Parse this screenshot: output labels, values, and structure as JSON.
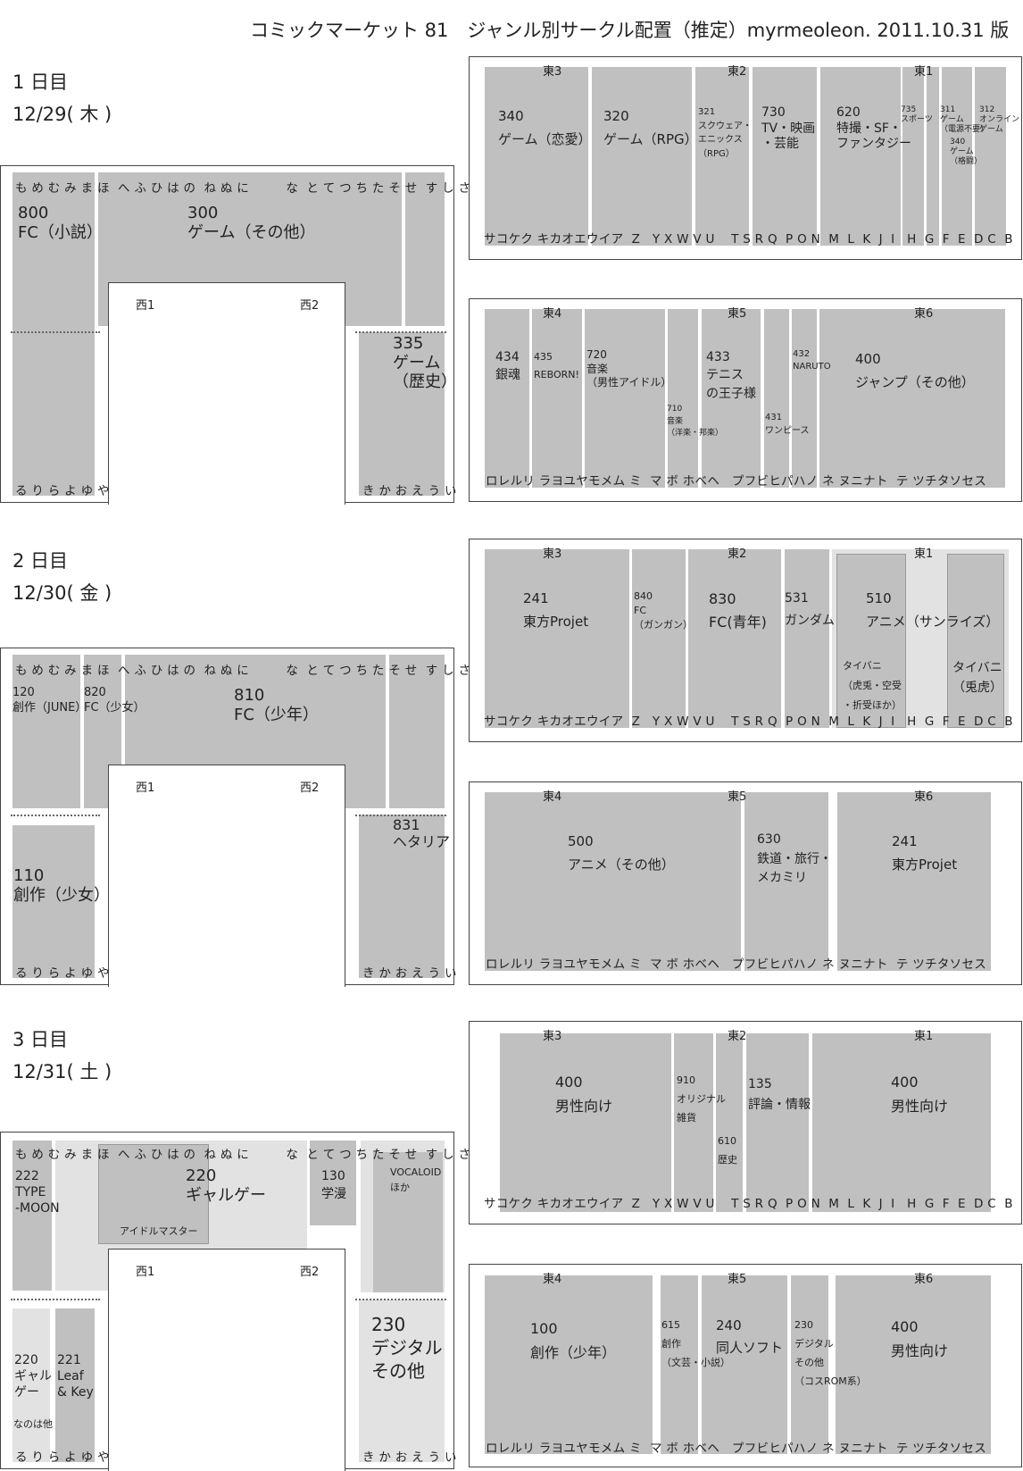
{
  "title": "コミックマーケット 81　ジャンル別サークル配置（推定）myrmeoleon. 2011.10.31 版",
  "days": [
    {
      "day": "1 日目",
      "date": "12/29( 木 )"
    },
    {
      "day": "2 日目",
      "date": "12/30( 金 )"
    },
    {
      "day": "3 日目",
      "date": "12/31( 土 )"
    }
  ],
  "halls": {
    "e1": "東1",
    "e2": "東2",
    "e3": "東3",
    "e4": "東4",
    "e5": "東5",
    "e6": "東6",
    "w1": "西1",
    "w2": "西2"
  },
  "rows": {
    "east123": "サコケク キカオエウイア  Z   Y X W V U    T S R Q  P O N  M  L  K  J  I   H  G  F  E  D C  B",
    "east456": "ロレルリ ラヨユヤモメム ミ  マ ボ ホベヘ   プフビヒパハノ ネ ヌニナト  テ ツチタソセス",
    "west_top": "も め む み ま ほ  へ ふ ひ は の  ね ぬ に         な  と て つ ち た そ せ  す し さ  こ け く",
    "west_bot_left": "る り ら よ ゆ や",
    "west_bot_right": "き か お え う い"
  },
  "day1": {
    "west": {
      "b800": "800\nFC（小説）",
      "b300": "300\nゲーム（その他）",
      "b335": "335\nゲーム\n（歴史）"
    },
    "e123": {
      "b340": "340\nゲーム（恋愛）",
      "b320": "320\nゲーム（RPG）",
      "b321": "321\nスクウェア・\nエニックス\n（RPG）",
      "b730": "730\nTV・映画\n・芸能",
      "b620": "620\n特撮・SF・\nファンタジー",
      "b735": "735\nスポーツ",
      "b340k": "340\nゲーム\n（格闘）",
      "b311": "311\nゲーム\n（電源不要）",
      "b312": "312\nオンライン\nゲーム"
    },
    "e456": {
      "b434": "434\n銀魂",
      "b435": "435\nREBORN!",
      "b720": "720\n音楽\n（男性アイドル）",
      "b710": "710\n音楽\n（洋楽・邦楽）",
      "b433": "433\nテニス\nの王子様",
      "b431": "431\nワンピース",
      "b432": "432\nNARUTO",
      "b400": "400\nジャンプ（その他）"
    }
  },
  "day2": {
    "west": {
      "b120": "120\n創作（JUNE）",
      "b820": "820\nFC（少女）",
      "b810": "810\nFC（少年）",
      "b110": "110\n創作（少女）",
      "b831": "831\nヘタリア"
    },
    "e123": {
      "b241": "241\n東方Projet",
      "b840": "840\nFC\n（ガンガン）",
      "b830": "830\nFC(青年)",
      "b531": "531\nガンダム",
      "b510": "510\nアニメ（サンライズ）",
      "tiger1": "タイバニ\n（虎兎・空受\n・折受ほか）",
      "tiger2": "タイバニ\n（兎虎）"
    },
    "e456": {
      "b500": "500\nアニメ（その他）",
      "b630": "630\n鉄道・旅行・\nメカミリ",
      "b241": "241\n東方Projet"
    }
  },
  "day3": {
    "west": {
      "b222": "222\nTYPE\n-MOON",
      "b220": "220\nギャルゲー",
      "imas": "アイドルマスター",
      "b130": "130\n学漫",
      "vocaloid": "VOCALOID\nほか",
      "b220b": "220\nギャル\nゲー",
      "nanoha": "なのは他",
      "b221": "221\nLeaf\n& Key",
      "b230": "230\nデジタル\nその他"
    },
    "e123": {
      "b400a": "400\n男性向け",
      "b910": "910\nオリジナル\n雑貨",
      "b610": "610\n歴史",
      "b135": "135\n評論・情報",
      "b400b": "400\n男性向け"
    },
    "e456": {
      "b100": "100\n創作（少年）",
      "b615": "615\n創作\n（文芸・小説）",
      "b240": "240\n同人ソフト",
      "b230": "230\nデジタル\nその他\n（コスROM系）",
      "b400": "400\n男性向け"
    }
  }
}
